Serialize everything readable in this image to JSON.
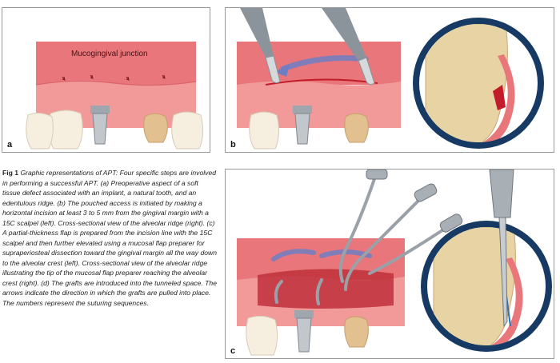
{
  "panels": {
    "a": {
      "letter": "a",
      "label": "Mucogingival junction"
    },
    "b": {
      "letter": "b"
    },
    "c": {
      "letter": "c"
    }
  },
  "caption": {
    "label": "Fig 1",
    "text": "Graphic representations of APT: Four specific steps are involved in performing a successful APT. (a) Preoperative aspect of a soft tissue defect associated with an implant, a natural tooth, and an edentulous ridge. (b) The pouched access is initiated by making a horizontal incision at least 3 to 5 mm from the gingival margin with a 15C scalpel (left). Cross-sectional view of the alveolar ridge (right). (c) A partial-thickness flap is prepared from the incision line with the 15C scalpel and then further elevated using a mucosal flap preparer for supraperiosteal dissection toward the gingival margin all the way down to the alveolar crest (left). Cross-sectional view of the alveolar ridge illustrating the tip of the mucosal flap preparer reaching the alveolar crest (right). (d) The grafts are introduced into the tunneled space. The arrows indicate the direction in which the grafts are pulled into place. The numbers represent the suturing sequences."
  },
  "colors": {
    "mucosa": "#e8767a",
    "gingiva": "#f19a99",
    "tooth": "#f6eedf",
    "bone": "#e8d3a5",
    "ring": "#163a63",
    "arrow": "#6d7fc4",
    "incision": "#c21b2a"
  }
}
